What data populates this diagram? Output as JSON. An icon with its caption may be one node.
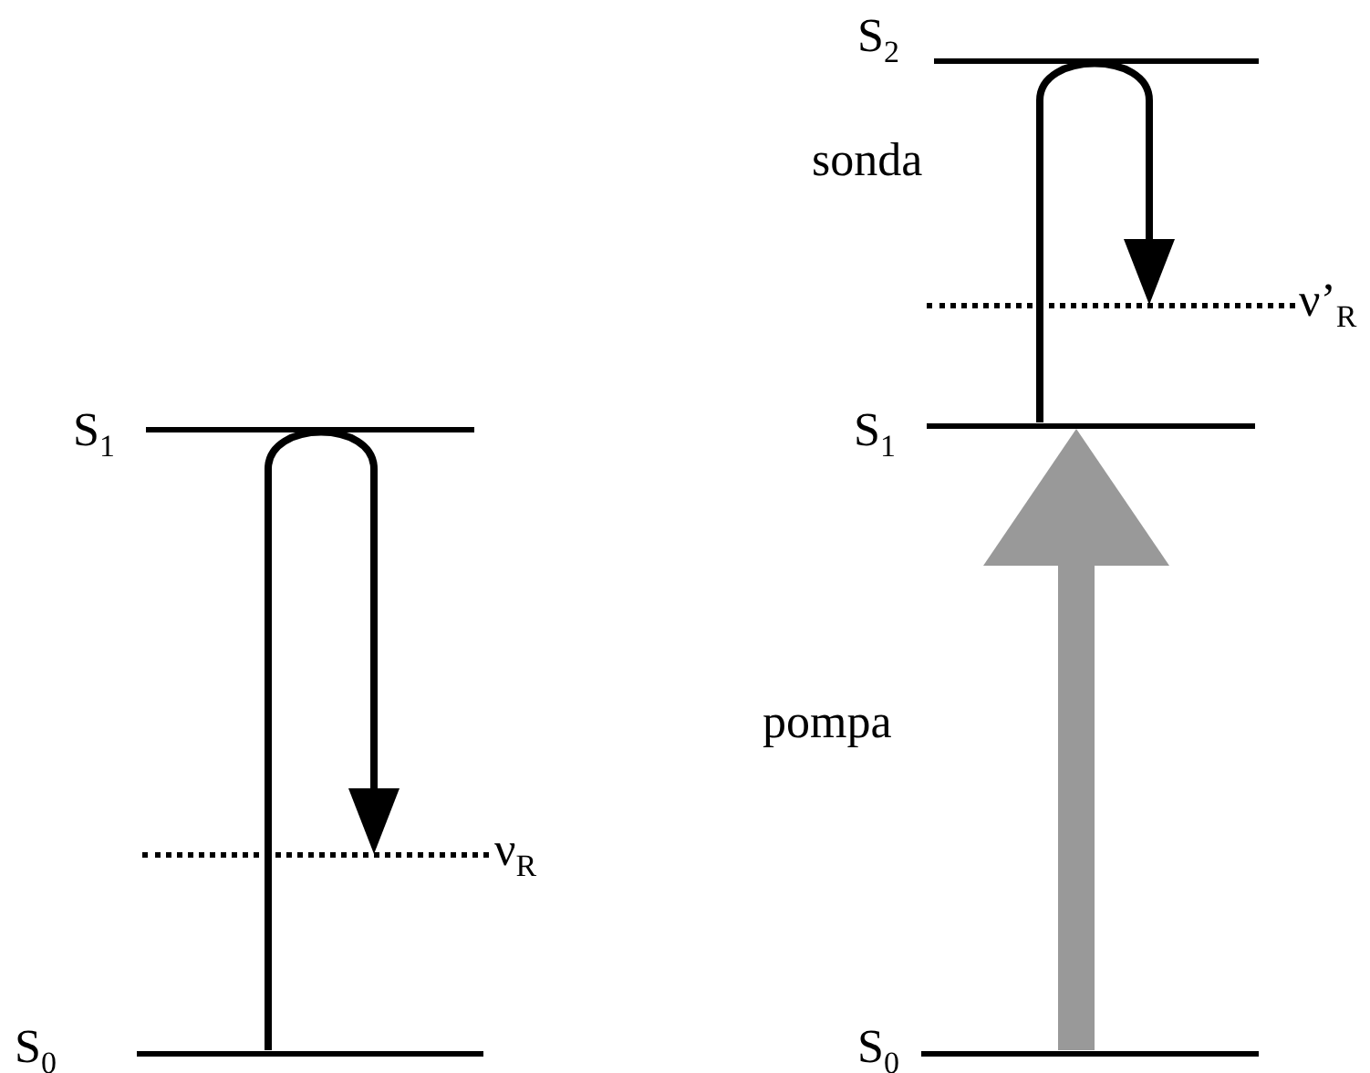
{
  "diagram": {
    "nodes": [
      {
        "text": [
          "S$_{1}$"
        ]
      },
      {
        "text": [
          "ν$_{R}$"
        ]
      },
      {
        "text": [
          "S$_{0}$"
        ]
      },
      {
        "text": [
          "S$_{2}$"
        ]
      },
      {
        "text": [
          "ν’$_{R}$"
        ]
      },
      {
        "text": [
          "S$_{1}$"
        ]
      },
      {
        "text": [
          "S$_{0}$"
        ]
      }
    ],
    "edges": [
      {
        "from": 2,
        "to": 1,
        "arrow": "to"
      },
      {
        "from": 6,
        "to": 5,
        "arrow": "to",
        "label": "pompa",
        "style": "thick",
        "color": "#999999"
      },
      {
        "from": 5,
        "to": 4,
        "arrow": "to",
        "label": "sonda"
      }
    ]
  }
}
